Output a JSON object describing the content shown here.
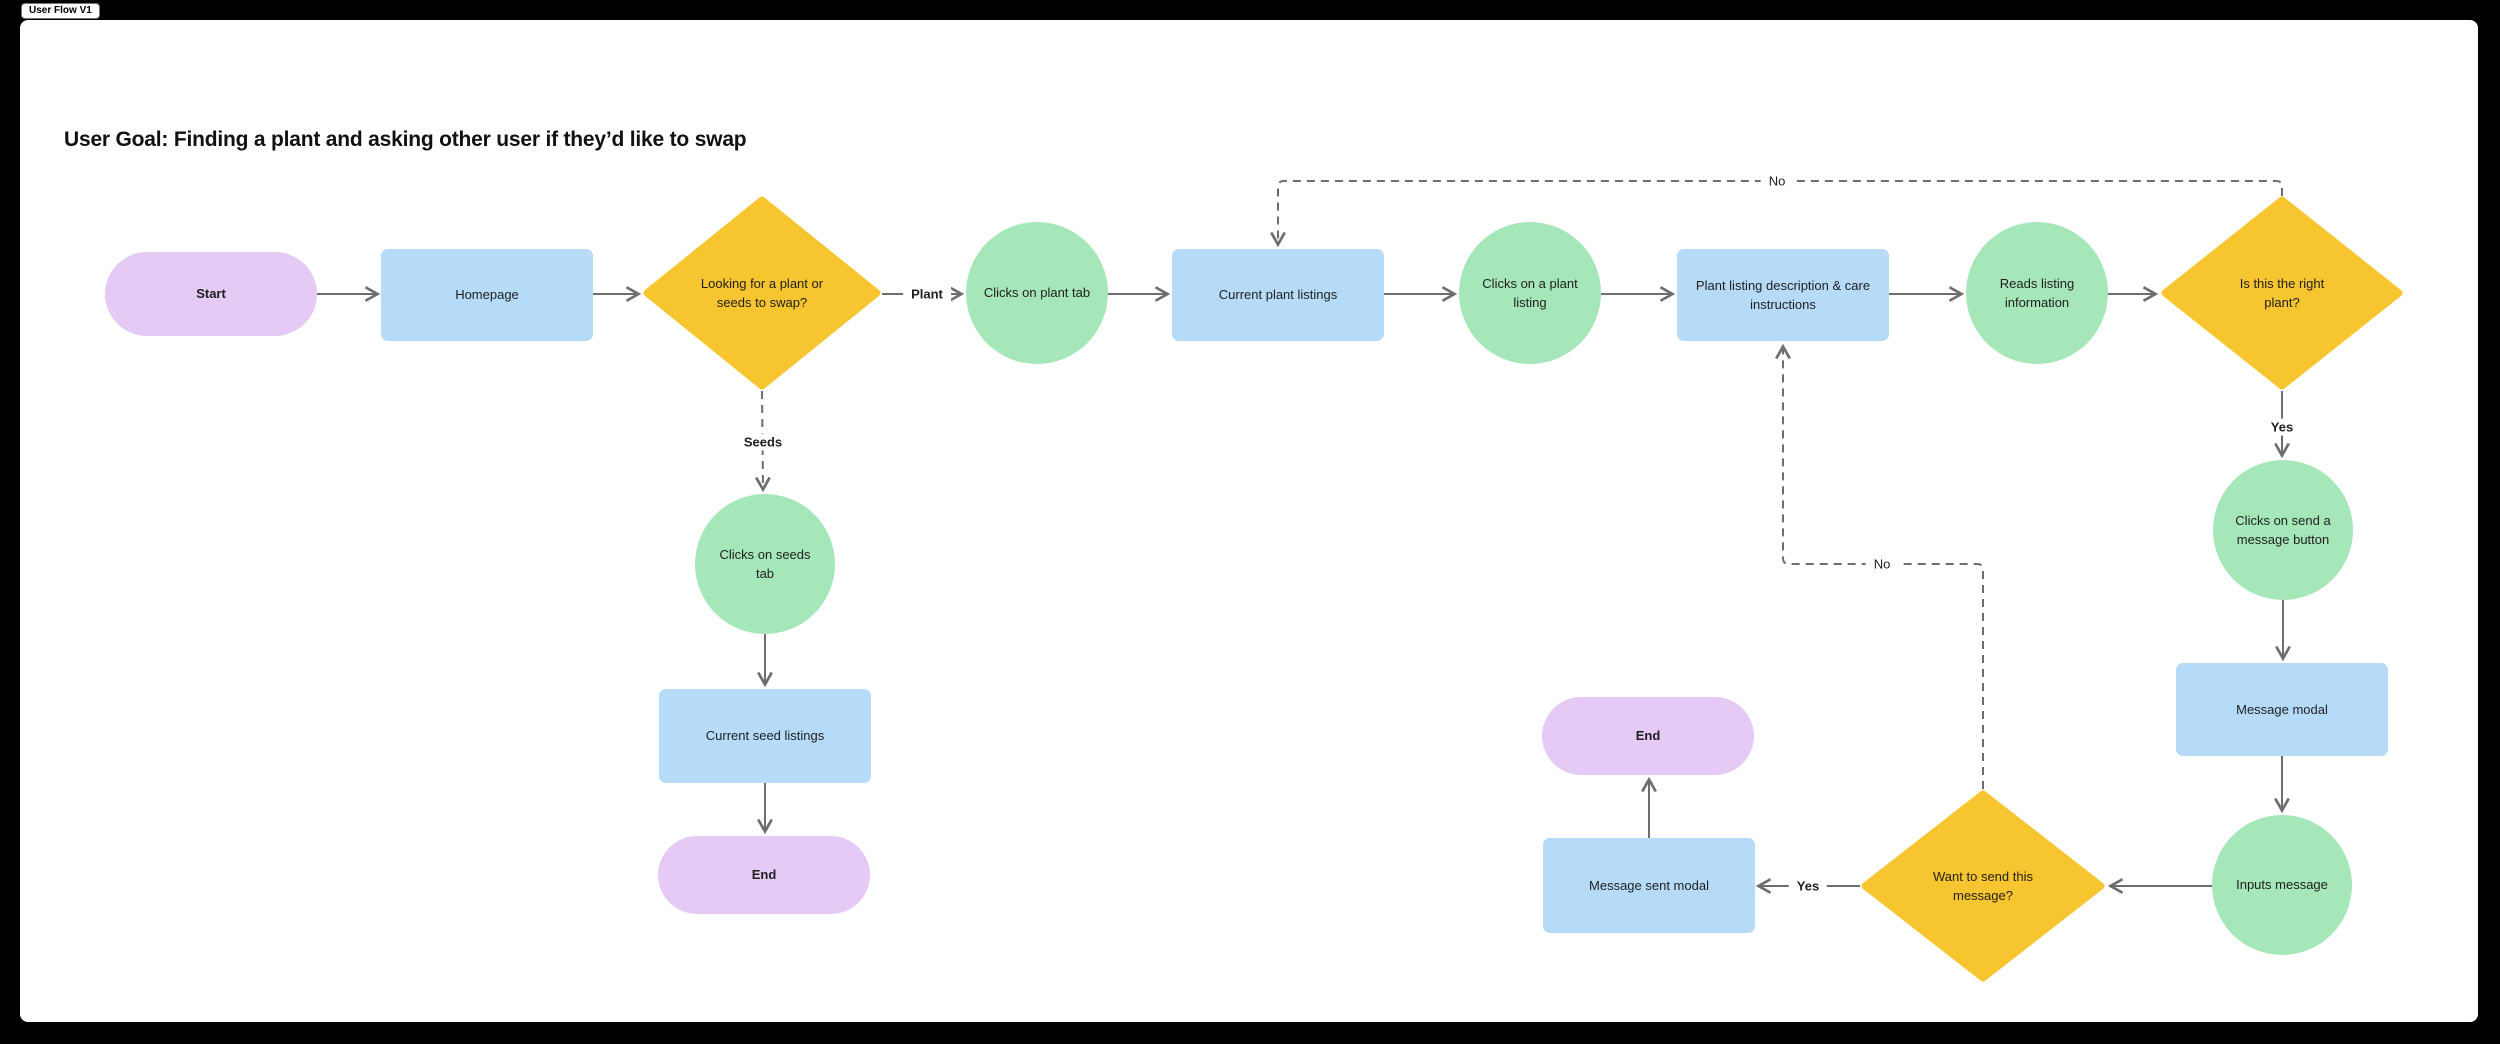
{
  "window": {
    "file_tab": "User Flow V1"
  },
  "canvas": {
    "title": "User Goal: Finding a plant and asking other user if they’d like to swap",
    "colors": {
      "terminal_fill": "#E5CAF5",
      "screen_fill": "#B6DBF8",
      "action_fill": "#A6E7BA",
      "decision_fill": "#F7C52F",
      "connector": "#6E6E6E",
      "text": "#1E1E1E",
      "background": "#FFFFFF",
      "page_background": "#000000"
    }
  },
  "nodes": {
    "start": {
      "type": "terminal",
      "label": "Start"
    },
    "homepage": {
      "type": "screen",
      "label": "Homepage"
    },
    "decision_plant_or_seeds": {
      "type": "decision",
      "label": "Looking for a plant or seeds to swap?"
    },
    "clicks_plant_tab": {
      "type": "action",
      "label": "Clicks on plant tab"
    },
    "current_plant_listings": {
      "type": "screen",
      "label": "Current plant listings"
    },
    "clicks_plant_listing": {
      "type": "action",
      "label": "Clicks on a plant listing"
    },
    "plant_listing_description": {
      "type": "screen",
      "label": "Plant listing description & care instructions"
    },
    "reads_listing_information": {
      "type": "action",
      "label": "Reads listing information"
    },
    "decision_right_plant": {
      "type": "decision",
      "label": "Is this the right plant?"
    },
    "clicks_send_message": {
      "type": "action",
      "label": "Clicks on send a message button"
    },
    "message_modal": {
      "type": "screen",
      "label": "Message modal"
    },
    "inputs_message": {
      "type": "action",
      "label": "Inputs message"
    },
    "decision_send_message": {
      "type": "decision",
      "label": "Want to send this message?"
    },
    "message_sent_modal": {
      "type": "screen",
      "label": "Message sent modal"
    },
    "end_message_flow": {
      "type": "terminal",
      "label": "End"
    },
    "clicks_seeds_tab": {
      "type": "action",
      "label": "Clicks on seeds tab"
    },
    "current_seed_listings": {
      "type": "screen",
      "label": "Current seed listings"
    },
    "end_seeds_flow": {
      "type": "terminal",
      "label": "End"
    }
  },
  "edge_labels": {
    "plant": "Plant",
    "seeds": "Seeds",
    "yes_right_plant": "Yes",
    "no_right_plant": "No",
    "yes_send_message": "Yes",
    "no_send_message": "No"
  }
}
